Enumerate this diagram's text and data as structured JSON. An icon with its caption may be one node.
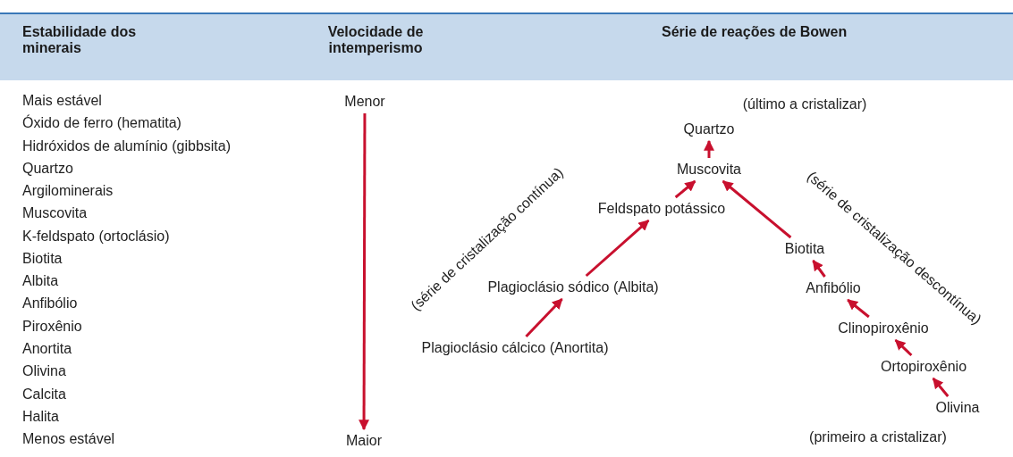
{
  "diagram": {
    "nodes": [
      {
        "text": [
          "Menor"
        ]
      },
      {
        "text": [
          "Quartzo"
        ]
      },
      {
        "text": [
          "Muscovita"
        ]
      },
      {
        "text": [
          "Feldspato potássico"
        ]
      },
      {
        "text": [
          "Biotita"
        ]
      },
      {
        "text": [
          "Plagioclásio sódico (Albita)"
        ]
      },
      {
        "text": [
          "Anfibólio"
        ]
      },
      {
        "text": [
          "Clinopiroxênio"
        ]
      },
      {
        "text": [
          "Plagioclásio cálcico (Anortita)"
        ]
      },
      {
        "text": [
          "Ortopiroxênio"
        ]
      },
      {
        "text": [
          "Olivina"
        ]
      },
      {
        "text": [
          "Maior"
        ]
      }
    ],
    "edges": [
      {
        "from": 0,
        "to": 11,
        "arrow": "to"
      },
      {
        "from": 2,
        "to": 1,
        "arrow": "to"
      },
      {
        "from": 3,
        "to": 2,
        "arrow": "to"
      },
      {
        "from": 4,
        "to": 2,
        "arrow": "to"
      },
      {
        "from": 5,
        "to": 3,
        "arrow": "to"
      },
      {
        "from": 8,
        "to": 5,
        "arrow": "to"
      },
      {
        "from": 6,
        "to": 4,
        "arrow": "to"
      },
      {
        "from": 7,
        "to": 6,
        "arrow": "to"
      },
      {
        "from": 9,
        "to": 7,
        "arrow": "to"
      },
      {
        "from": 10,
        "to": 9,
        "arrow": "to"
      }
    ],
    "labels": [
      "Estabilidade dos minerais",
      "Velocidade de intemperismo",
      "Série de reações de Bowen",
      "Mais estável",
      "Óxido de ferro (hematita)",
      "Hidróxidos de alumínio (gibbsita)",
      "Quartzo",
      "Argilominerais",
      "Muscovita",
      "K-feldspato (ortoclásio)",
      "Biotita",
      "Albita",
      "Anfibólio",
      "Piroxênio",
      "Anortita",
      "Olivina",
      "Calcita",
      "Halita",
      "Menos estável",
      "(último a cristalizar)",
      "(série de cristalização contínua)",
      "(série de cristalização descontínua)",
      "(primeiro a cristalizar)"
    ]
  }
}
